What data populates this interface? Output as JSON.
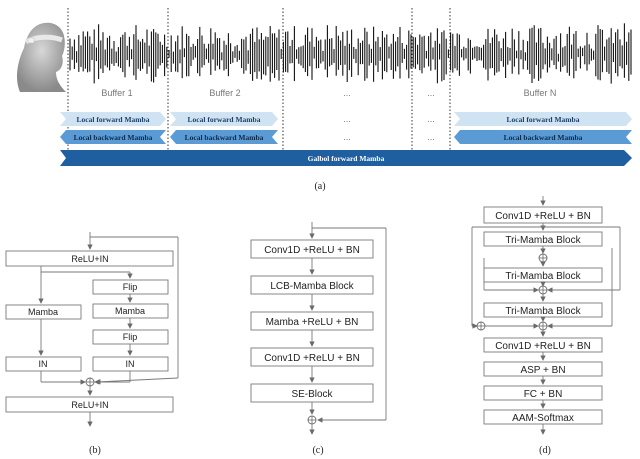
{
  "panel_a": {
    "caption": "(a)",
    "buffers": [
      "Buffer 1",
      "Buffer 2",
      "...",
      "...",
      "Buffer N"
    ],
    "local_forward": [
      "Local forward Mamba",
      "Local forward Mamba",
      "...",
      "...",
      "Local forward Mamba"
    ],
    "local_backward": [
      "Local backward Mamba",
      "Local backward Mamba",
      "...",
      "...",
      "Local backward Mamba"
    ],
    "global_label": "Galbol forward Mamba"
  },
  "panel_b": {
    "caption": "(b)",
    "top": "ReLU+IN",
    "flip_top": "Flip",
    "mamba_left": "Mamba",
    "mamba_right": "Mamba",
    "flip_bottom": "Flip",
    "in_left": "IN",
    "in_right": "IN",
    "bottom": "ReLU+IN"
  },
  "panel_c": {
    "caption": "(c)",
    "blocks": [
      "Conv1D +ReLU + BN",
      "LCB-Mamba Block",
      "Mamba +ReLU + BN",
      "Conv1D +ReLU + BN",
      "SE-Block"
    ]
  },
  "panel_d": {
    "caption": "(d)",
    "blocks": [
      "Conv1D +ReLU + BN",
      "Tri-Mamba Block",
      "Tri-Mamba Block",
      "Tri-Mamba Block",
      "Conv1D +ReLU + BN",
      "ASP + BN",
      "FC + BN",
      "AAM-Softmax"
    ]
  },
  "colors": {
    "forward_light": "#cfe3f3",
    "backward_mid": "#5b9bd5",
    "global_dark": "#1f5fa0",
    "box_stroke": "#7a7a7a"
  }
}
